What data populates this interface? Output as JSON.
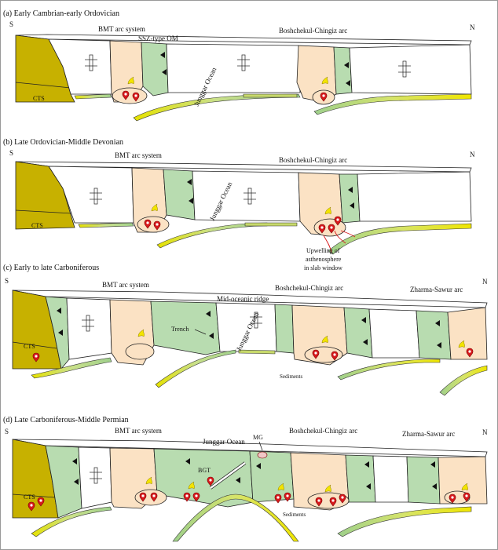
{
  "panels": [
    {
      "title": "(a) Early Cambrian-early Ordovician",
      "south": "S",
      "north": "N",
      "labels": {
        "bmt": "BMT arc system",
        "ssz": "SSZ-type OM",
        "junggar": "Junggar Ocean",
        "bosh": "Boshchekul-Chingiz arc",
        "cts": "CTS"
      }
    },
    {
      "title": "(b) Late Ordovician-Middle Devonian",
      "south": "S",
      "north": "N",
      "labels": {
        "bmt": "BMT arc system",
        "junggar": "Junggar Ocean",
        "bosh": "Boshchekul-Chingiz arc",
        "cts": "CTS",
        "upwelling_1": "Upwelling of",
        "upwelling_2": "asthenosphere",
        "upwelling_3": "in slab window"
      }
    },
    {
      "title": "(c) Early to late  Carboniferous",
      "south": "S",
      "north": "N",
      "labels": {
        "bmt": "BMT arc system",
        "ridge": "Mid-oceanic ridge",
        "bosh": "Boshchekul-Chingiz arc",
        "zharma": "Zharma-Sawur arc",
        "trench": "Trench",
        "junggar": "Junggar Ocean",
        "cts": "CTS",
        "sediments": "Sediments"
      }
    },
    {
      "title": "(d) Late Carboniferous-Middle Permian",
      "south": "S",
      "north": "N",
      "labels": {
        "bmt": "BMT arc system",
        "junggar": "Junggar Ocean",
        "mg": "MG",
        "bosh": "Boshchekul-Chingiz arc",
        "zharma": "Zharma-Sawur arc",
        "bgt": "BGT",
        "cts": "CTS",
        "sediments": "Sediments"
      }
    }
  ],
  "colors": {
    "cts_block": "#c7b100",
    "ophiolite_melange": "#b8dcb0",
    "arc_crust": "#fbe2c4",
    "oceanic_slab": "#c7d96b",
    "slab_yellow": "#f3e400",
    "magma": "#d7191c"
  },
  "icons": [
    "ridge-marker-icon",
    "subduction-triangle-icon",
    "magma-drop-icon",
    "yellow-flame-icon"
  ]
}
